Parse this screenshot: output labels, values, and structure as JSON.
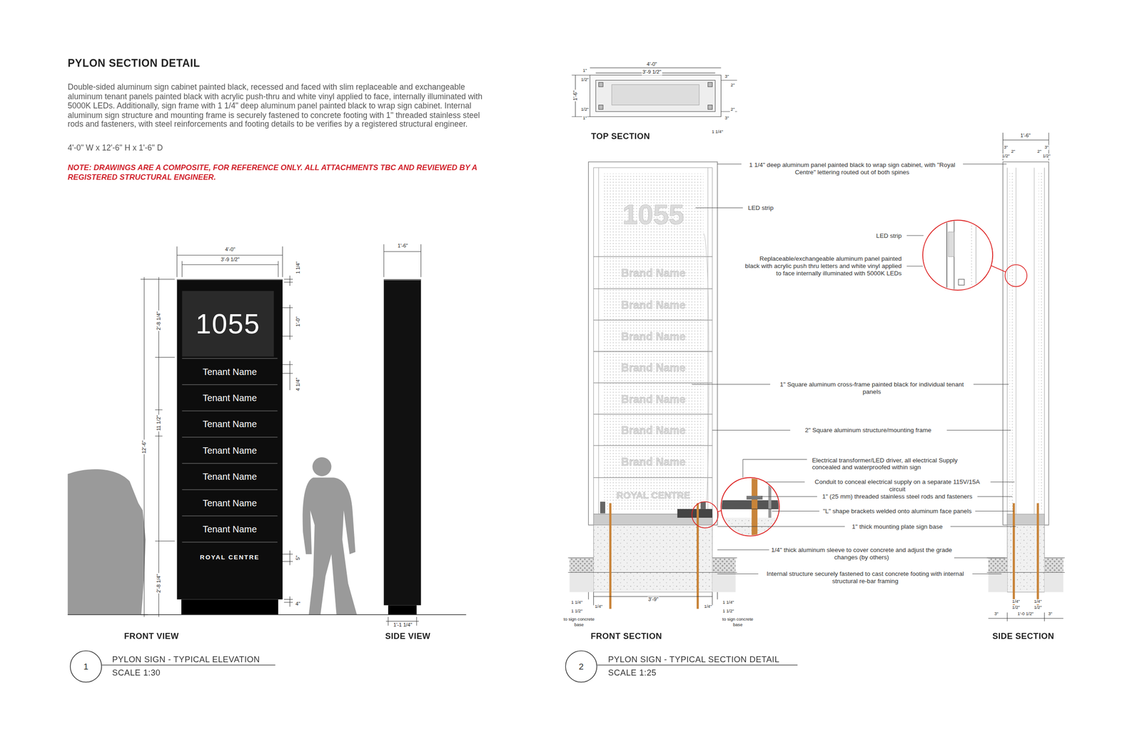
{
  "diagram": {
    "title": "PYLON SECTION DETAIL",
    "nodes": [
      {
        "text": [
          "1055"
        ]
      },
      {
        "text": [
          "Tenant Name"
        ],
        "in": 0
      },
      {
        "text": [
          "Tenant Name"
        ],
        "in": 0
      },
      {
        "text": [
          "Tenant Name"
        ],
        "in": 0
      },
      {
        "text": [
          "Tenant Name"
        ],
        "in": 0
      },
      {
        "text": [
          "Tenant Name"
        ],
        "in": 0
      },
      {
        "text": [
          "Tenant Name"
        ],
        "in": 0
      },
      {
        "text": [
          "Tenant Name"
        ],
        "in": 0
      },
      {
        "text": [
          "ROYAL CENTRE"
        ],
        "in": 0
      },
      {
        "text": [
          "1"
        ]
      },
      {
        "text": [
          "2"
        ]
      }
    ],
    "labels": [
      "Double-sided aluminum sign cabinet painted black, recessed and faced with slim replaceable and exchangeable aluminum tenant panels painted black with acrylic push-thru and white vinyl applied to face, internally illuminated with 5000K LEDs. Additionally, sign frame with 1 1/4\" deep aluminum panel painted black to wrap sign cabinet. Internal aluminum sign structure and mounting frame is securely fastened to concrete footing with 1\" threaded stainless steel rods and fasteners, with steel reinforcements and footing details to be verifies by a registered structural engineer.",
      "4'-0\" W x 12'-6\" H x 1'-6\" D",
      "NOTE: DRAWINGS ARE A COMPOSITE, FOR REFERENCE ONLY. ALL ATTACHMENTS TBC AND REVIEWED BY A REGISTERED STRUCTURAL ENGINEER.",
      "4'-0\"",
      "3'-9 1/2\"",
      "1 1/4\"",
      "2'-8 1/4\"",
      "12'-6\"",
      "11 1/2\"",
      "2'-8 1/4\"",
      "1'-0\"",
      "4 1/4\"",
      "5\"",
      "4\"",
      "1'-6\"",
      "1'-1 1/4\"",
      "FRONT VIEW",
      "SIDE VIEW",
      "PYLON SIGN - TYPICAL ELEVATION",
      "SCALE 1:30",
      "4'-0\"",
      "3'-9 1/2\"",
      "1'-6\"",
      "1\"",
      "1/2\"",
      "1/2\"",
      "1\"",
      "3\"",
      "2\"",
      "2\"",
      "3\"",
      "1 1/4\"",
      "TOP SECTION",
      "1055",
      "Brand Name",
      "Brand Name",
      "Brand Name",
      "Brand Name",
      "Brand Name",
      "Brand Name",
      "Brand Name",
      "ROYAL CENTRE",
      "1 1/4\"",
      "1 1/2\"",
      "to sign concrete base",
      "1/4\"",
      "3'-9\"",
      "1/4\"",
      "1 1/4\"",
      "1 1/2\"",
      "to sign concrete base",
      "FRONT SECTION",
      "1 1/4\" deep aluminum panel painted black to wrap sign cabinet, with \"Royal Centre\" lettering routed out of both spines",
      "LED strip",
      "LED strip",
      "Replaceable/exchangeable aluminum panel painted black with acrylic push thru letters and white vinyl applied to face internally illuminated with 5000K LEDs",
      "1\" Square aluminum cross-frame painted black for individual tenant panels",
      "2\" Square aluminum structure/mounting frame",
      "Electrical transformer/LED driver, all electrical Supply concealed and waterproofed within sign",
      "Conduit to conceal electrical supply on a separate 115V/15A circuit",
      "1\" (25 mm) threaded stainless steel rods and fasteners",
      "\"L\" shape brackets welded onto aluminum face panels",
      "1\" thick mounting plate sign base",
      "1/4\" thick aluminum sleeve to cover concrete and adjust the grade changes (by others)",
      "Internal structure securely fastened to cast concrete footing with internal structural re-bar framing",
      "1'-6\"",
      "3\"",
      "2\"",
      "1/2\"",
      "3\"",
      "2\"",
      "1/2\"",
      "1/4\"",
      "1/2\"",
      "1/4\"",
      "1/2\"",
      "3\"",
      "1'-0 1/2\"",
      "3\"",
      "SIDE SECTION",
      "PYLON SIGN - TYPICAL SECTION DETAIL",
      "SCALE 1:25"
    ]
  }
}
